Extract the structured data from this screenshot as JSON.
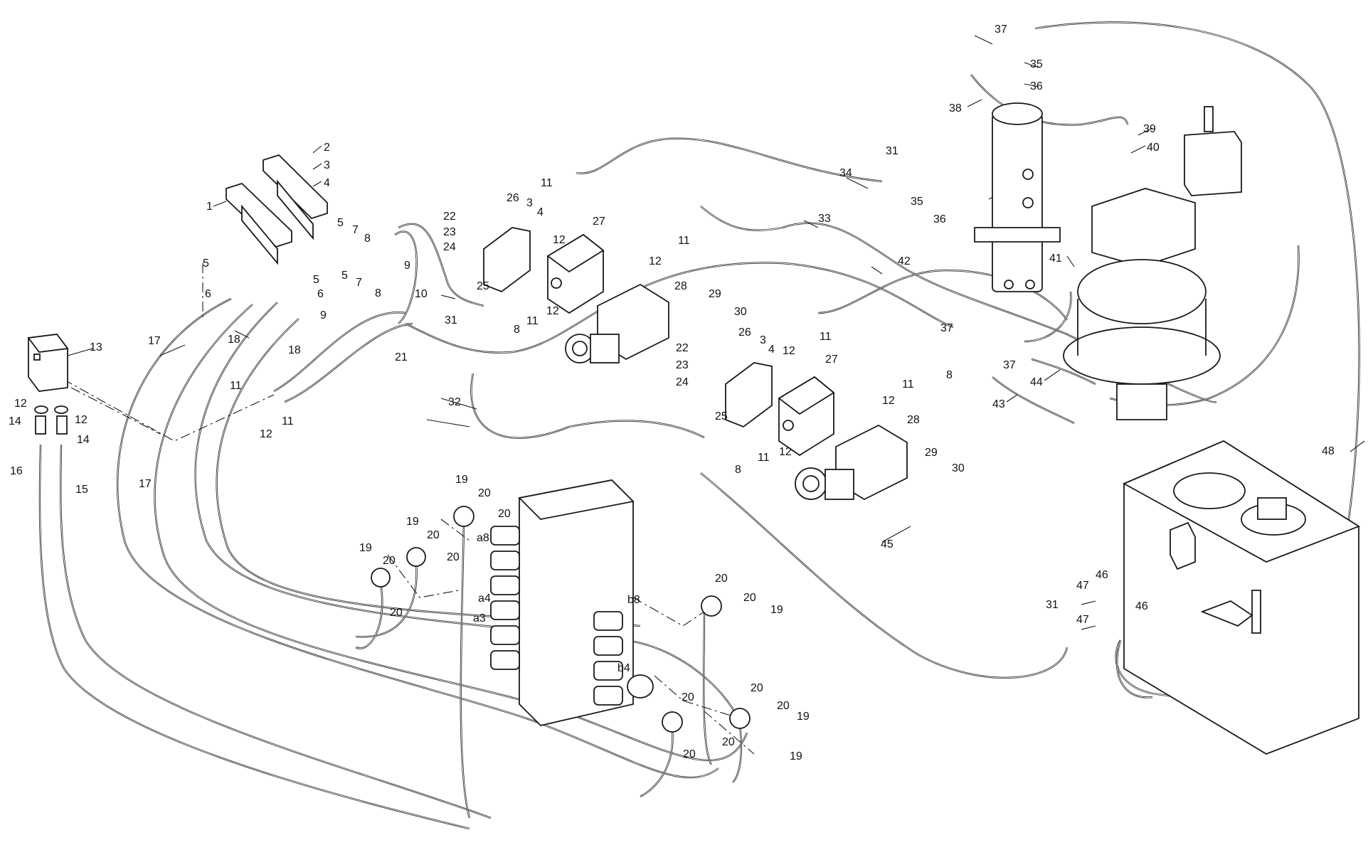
{
  "diagram": {
    "labels": [
      {
        "id": "1",
        "text": "1"
      },
      {
        "id": "2",
        "text": "2"
      },
      {
        "id": "3",
        "text": "3"
      },
      {
        "id": "4",
        "text": "4"
      },
      {
        "id": "5a",
        "text": "5"
      },
      {
        "id": "5b",
        "text": "5"
      },
      {
        "id": "5c",
        "text": "5"
      },
      {
        "id": "5d",
        "text": "5"
      },
      {
        "id": "6a",
        "text": "6"
      },
      {
        "id": "6b",
        "text": "6"
      },
      {
        "id": "7a",
        "text": "7"
      },
      {
        "id": "7b",
        "text": "7"
      },
      {
        "id": "8a",
        "text": "8"
      },
      {
        "id": "8b",
        "text": "8"
      },
      {
        "id": "8c",
        "text": "8"
      },
      {
        "id": "8d",
        "text": "8"
      },
      {
        "id": "8e",
        "text": "8"
      },
      {
        "id": "9a",
        "text": "9"
      },
      {
        "id": "9b",
        "text": "9"
      },
      {
        "id": "10",
        "text": "10"
      },
      {
        "id": "11a",
        "text": "11"
      },
      {
        "id": "11b",
        "text": "11"
      },
      {
        "id": "11c",
        "text": "11"
      },
      {
        "id": "11d",
        "text": "11"
      },
      {
        "id": "11e",
        "text": "11"
      },
      {
        "id": "11f",
        "text": "11"
      },
      {
        "id": "11g",
        "text": "11"
      },
      {
        "id": "11h",
        "text": "11"
      },
      {
        "id": "12a",
        "text": "12"
      },
      {
        "id": "12b",
        "text": "12"
      },
      {
        "id": "12c",
        "text": "12"
      },
      {
        "id": "12d",
        "text": "12"
      },
      {
        "id": "12e",
        "text": "12"
      },
      {
        "id": "12f",
        "text": "12"
      },
      {
        "id": "12g",
        "text": "12"
      },
      {
        "id": "12h",
        "text": "12"
      },
      {
        "id": "12i",
        "text": "12"
      },
      {
        "id": "13",
        "text": "13"
      },
      {
        "id": "14a",
        "text": "14"
      },
      {
        "id": "14b",
        "text": "14"
      },
      {
        "id": "15",
        "text": "15"
      },
      {
        "id": "16",
        "text": "16"
      },
      {
        "id": "17a",
        "text": "17"
      },
      {
        "id": "17b",
        "text": "17"
      },
      {
        "id": "18a",
        "text": "18"
      },
      {
        "id": "18b",
        "text": "18"
      },
      {
        "id": "19a",
        "text": "19"
      },
      {
        "id": "19b",
        "text": "19"
      },
      {
        "id": "19c",
        "text": "19"
      },
      {
        "id": "19d",
        "text": "19"
      },
      {
        "id": "19e",
        "text": "19"
      },
      {
        "id": "19f",
        "text": "19"
      },
      {
        "id": "20a",
        "text": "20"
      },
      {
        "id": "20b",
        "text": "20"
      },
      {
        "id": "20c",
        "text": "20"
      },
      {
        "id": "20d",
        "text": "20"
      },
      {
        "id": "20e",
        "text": "20"
      },
      {
        "id": "20f",
        "text": "20"
      },
      {
        "id": "20g",
        "text": "20"
      },
      {
        "id": "20h",
        "text": "20"
      },
      {
        "id": "20i",
        "text": "20"
      },
      {
        "id": "20j",
        "text": "20"
      },
      {
        "id": "20k",
        "text": "20"
      },
      {
        "id": "20l",
        "text": "20"
      },
      {
        "id": "20m",
        "text": "20"
      },
      {
        "id": "21",
        "text": "21"
      },
      {
        "id": "22a",
        "text": "22"
      },
      {
        "id": "22b",
        "text": "22"
      },
      {
        "id": "23a",
        "text": "23"
      },
      {
        "id": "23b",
        "text": "23"
      },
      {
        "id": "24a",
        "text": "24"
      },
      {
        "id": "24b",
        "text": "24"
      },
      {
        "id": "25a",
        "text": "25"
      },
      {
        "id": "25b",
        "text": "25"
      },
      {
        "id": "26a",
        "text": "26"
      },
      {
        "id": "26b",
        "text": "26"
      },
      {
        "id": "3b",
        "text": "3"
      },
      {
        "id": "4b",
        "text": "4"
      },
      {
        "id": "3c",
        "text": "3"
      },
      {
        "id": "4c",
        "text": "4"
      },
      {
        "id": "27a",
        "text": "27"
      },
      {
        "id": "27b",
        "text": "27"
      },
      {
        "id": "28a",
        "text": "28"
      },
      {
        "id": "28b",
        "text": "28"
      },
      {
        "id": "29a",
        "text": "29"
      },
      {
        "id": "29b",
        "text": "29"
      },
      {
        "id": "30a",
        "text": "30"
      },
      {
        "id": "30b",
        "text": "30"
      },
      {
        "id": "31a",
        "text": "31"
      },
      {
        "id": "31b",
        "text": "31"
      },
      {
        "id": "31c",
        "text": "31"
      },
      {
        "id": "32",
        "text": "32"
      },
      {
        "id": "33",
        "text": "33"
      },
      {
        "id": "34",
        "text": "34"
      },
      {
        "id": "35a",
        "text": "35"
      },
      {
        "id": "35b",
        "text": "35"
      },
      {
        "id": "36a",
        "text": "36"
      },
      {
        "id": "36b",
        "text": "36"
      },
      {
        "id": "37a",
        "text": "37"
      },
      {
        "id": "37b",
        "text": "37"
      },
      {
        "id": "37c",
        "text": "37"
      },
      {
        "id": "38",
        "text": "38"
      },
      {
        "id": "39",
        "text": "39"
      },
      {
        "id": "40",
        "text": "40"
      },
      {
        "id": "41",
        "text": "41"
      },
      {
        "id": "42",
        "text": "42"
      },
      {
        "id": "43",
        "text": "43"
      },
      {
        "id": "44",
        "text": "44"
      },
      {
        "id": "45",
        "text": "45"
      },
      {
        "id": "46a",
        "text": "46"
      },
      {
        "id": "46b",
        "text": "46"
      },
      {
        "id": "47a",
        "text": "47"
      },
      {
        "id": "47b",
        "text": "47"
      },
      {
        "id": "48",
        "text": "48"
      }
    ],
    "port_labels": [
      {
        "id": "a8",
        "text": "a8"
      },
      {
        "id": "a4",
        "text": "a4"
      },
      {
        "id": "a3",
        "text": "a3"
      },
      {
        "id": "b8",
        "text": "b8"
      },
      {
        "id": "b4",
        "text": "b4"
      }
    ],
    "colors": {
      "line": "#1a1a1a",
      "background": "#ffffff"
    }
  }
}
